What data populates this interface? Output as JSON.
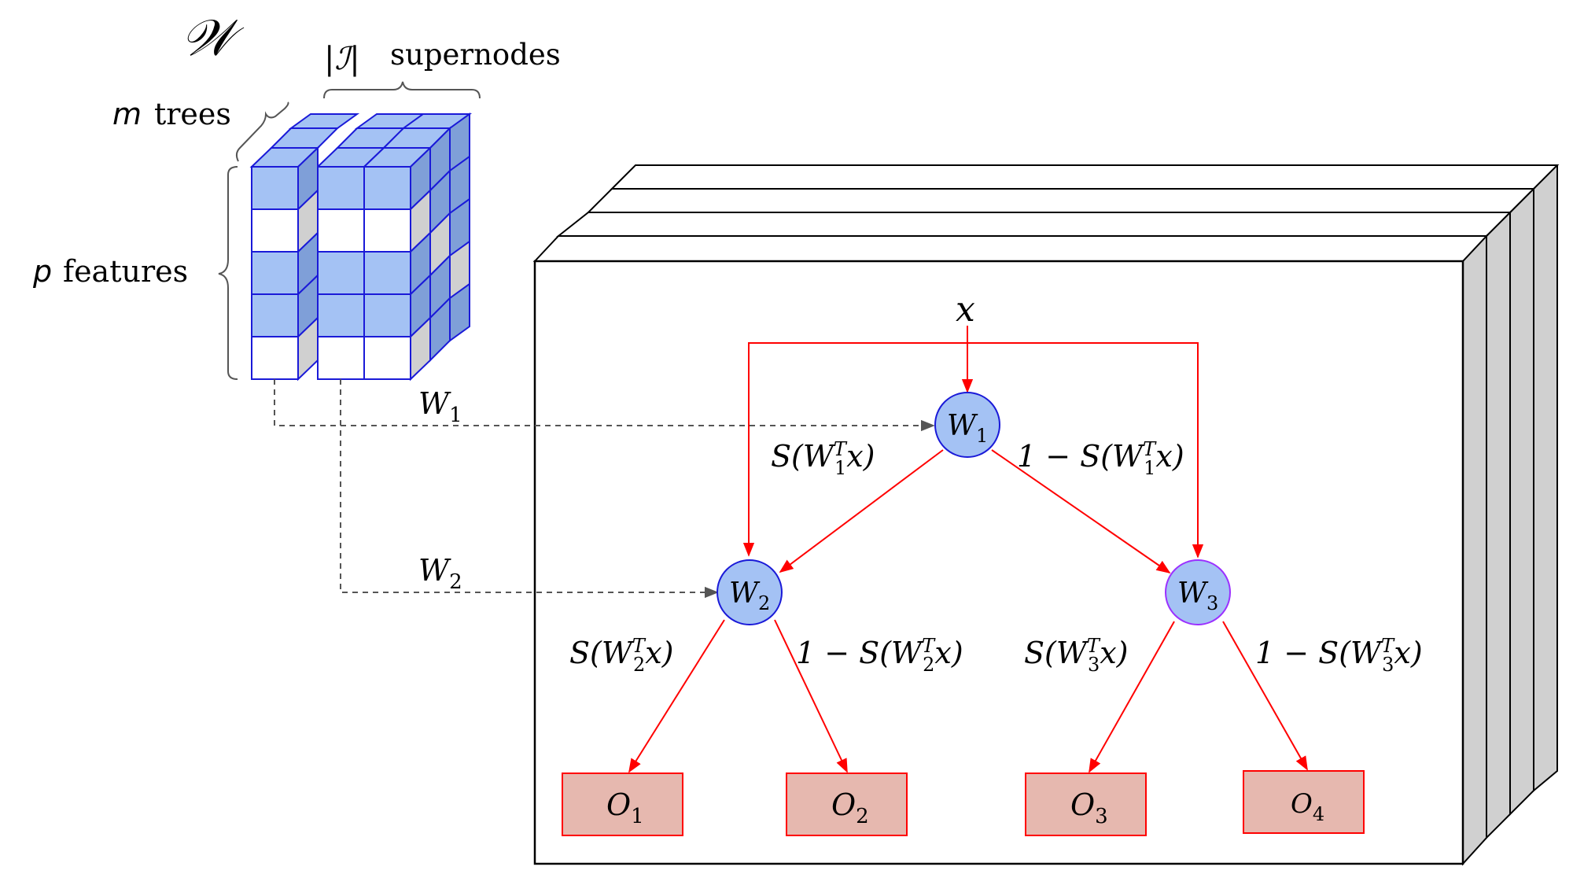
{
  "weights": {
    "symbol": "𝒲",
    "supernodes_label": "supernodes",
    "supernodes_symbol": "|ℐ|",
    "trees_var": "m",
    "trees_label": "trees",
    "features_var": "p",
    "features_label": "features"
  },
  "input": {
    "label": "x"
  },
  "nodes": [
    {
      "id": "W1",
      "base": "W",
      "sub": "1"
    },
    {
      "id": "W2",
      "base": "W",
      "sub": "2"
    },
    {
      "id": "W3",
      "base": "W",
      "sub": "3"
    }
  ],
  "dashed_labels": [
    {
      "base": "W",
      "sub": "1"
    },
    {
      "base": "W",
      "sub": "2"
    }
  ],
  "edge_labels": {
    "w1_left": {
      "pre": "S(W",
      "sub": "1",
      "sup": "T",
      "post": "x)"
    },
    "w1_right": {
      "pre": "1 − S(W",
      "sub": "1",
      "sup": "T",
      "post": "x)"
    },
    "w2_left": {
      "pre": "S(W",
      "sub": "2",
      "sup": "T",
      "post": "x)"
    },
    "w2_right": {
      "pre": "1 − S(W",
      "sub": "2",
      "sup": "T",
      "post": "x)"
    },
    "w3_left": {
      "pre": "S(W",
      "sub": "3",
      "sup": "T",
      "post": "x)"
    },
    "w3_right": {
      "pre": "1 − S(W",
      "sub": "3",
      "sup": "T",
      "post": "x)"
    }
  },
  "outputs": [
    {
      "base": "O",
      "sub": "1"
    },
    {
      "base": "O",
      "sub": "2"
    },
    {
      "base": "O",
      "sub": "3"
    },
    {
      "base": "O",
      "sub": "4"
    }
  ],
  "colors": {
    "edge": "#ff0000",
    "node_fill": "#a4c2f4",
    "node_stroke": "#1a1ad8",
    "node3_stroke": "#9b30ff",
    "output_fill": "#e6b8af",
    "output_stroke": "#ff0000",
    "panel_side": "#d0d0d0"
  }
}
